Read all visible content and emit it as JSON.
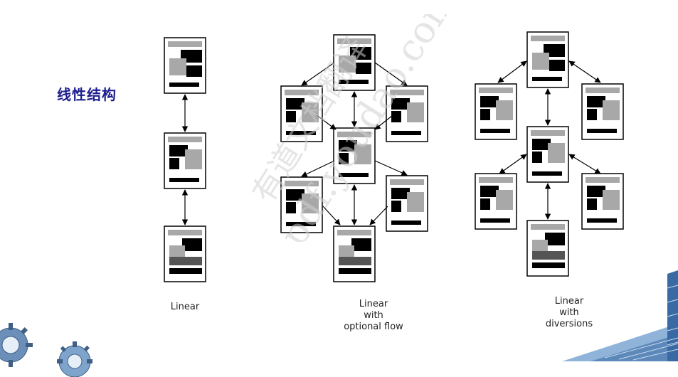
{
  "slide": {
    "title": "线性结构"
  },
  "captions": {
    "linear": [
      "Linear"
    ],
    "optional_flow": [
      "Linear",
      "with",
      "optional flow"
    ],
    "diversions": [
      "Linear",
      "with",
      "diversions"
    ]
  },
  "watermark": {
    "line1": "有道文档翻译",
    "line2": "pdf.youdao.com"
  },
  "colors": {
    "title": "#1f1f8f",
    "page_border": "#000000",
    "gray_block": "#a8a8a8",
    "dark_gray_block": "#555555",
    "watermark": "#d9d9d9"
  }
}
